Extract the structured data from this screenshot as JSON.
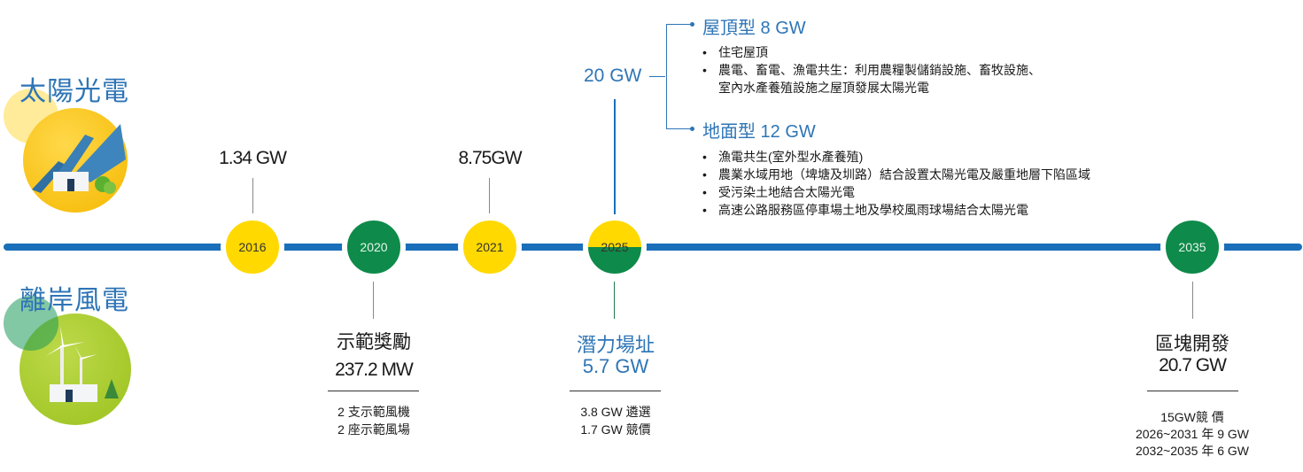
{
  "categories": {
    "solar": {
      "title": "太陽光電",
      "icon": "solar-panel-illustration"
    },
    "wind": {
      "title": "離岸風電",
      "icon": "wind-turbine-illustration"
    }
  },
  "colors": {
    "track": "#1a6fba",
    "solar": "#ffd900",
    "wind": "#0e8a4a",
    "accent_text": "#2e75b6"
  },
  "milestones": [
    {
      "year": "2016",
      "type": "solar",
      "value": "1.34 GW"
    },
    {
      "year": "2020",
      "type": "wind",
      "title": "示範獎勵",
      "value": "237.2 MW",
      "details": [
        "2 支示範風機",
        "2 座示範風場"
      ]
    },
    {
      "year": "2021",
      "type": "solar",
      "value": "8.75GW"
    },
    {
      "year": "2025",
      "type": "both",
      "solar_value": "20 GW",
      "wind_title": "潛力場址",
      "wind_value": "5.7 GW",
      "wind_details": [
        "3.8 GW 遴選",
        "1.7 GW 競價"
      ]
    },
    {
      "year": "2035",
      "type": "wind",
      "title": "區塊開發",
      "value": "20.7 GW",
      "details": [
        "15GW競 價",
        "2026~2031 年 9 GW",
        "2032~2035 年 6 GW"
      ]
    }
  ],
  "solar_2025_breakdown": {
    "rooftop": {
      "title": "屋頂型 8 GW",
      "items": [
        "住宅屋頂",
        "農電、畜電、漁電共生：利用農糧製儲銷設施、畜牧設施、",
        "室內水產養殖設施之屋頂發展太陽光電"
      ]
    },
    "ground": {
      "title": "地面型 12 GW",
      "items": [
        "漁電共生(室外型水產養殖)",
        "農業水域用地（埤塘及圳路）結合設置太陽光電及嚴重地層下陷區域",
        "受污染土地結合太陽光電",
        "高速公路服務區停車場土地及學校風雨球場結合太陽光電"
      ]
    }
  }
}
